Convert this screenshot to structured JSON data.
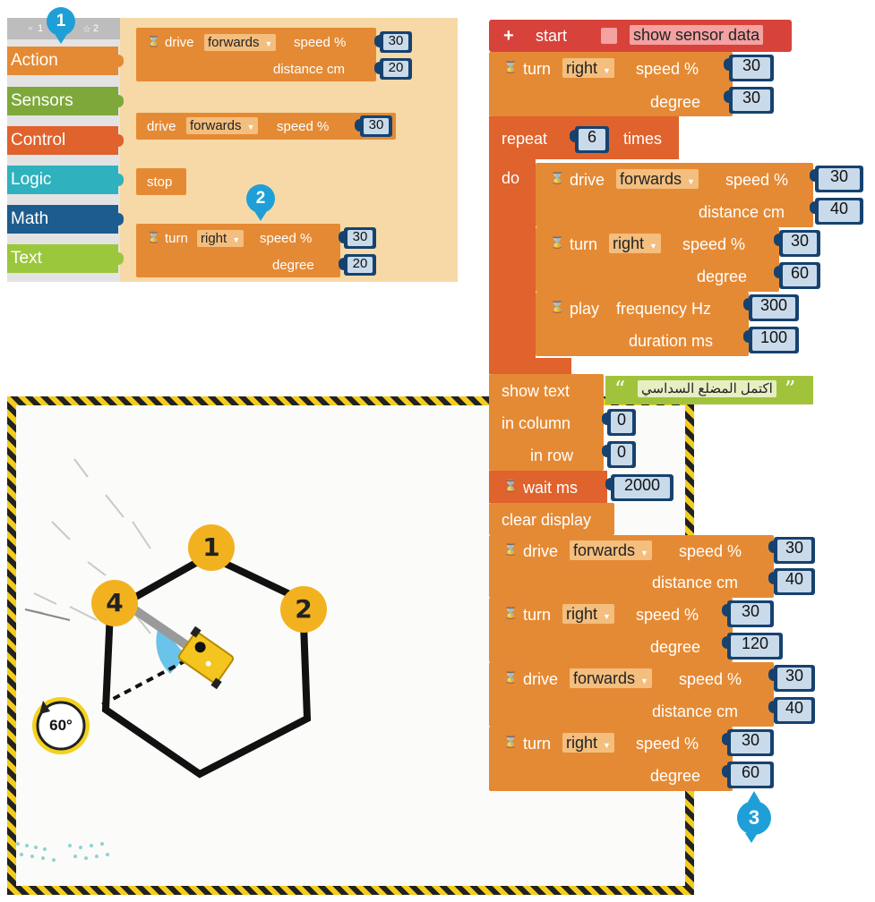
{
  "palette": {
    "tab_left": "1",
    "tab_right": "2",
    "categories": [
      "Action",
      "Sensors",
      "Control",
      "Logic",
      "Math",
      "Text"
    ],
    "category_colors": [
      "#e58a34",
      "#7ea93a",
      "#e0622c",
      "#2fb2be",
      "#1d5c8e",
      "#9bc73d"
    ],
    "blocks": {
      "drive1": {
        "label": "drive",
        "direction": "forwards",
        "speed_label": "speed %",
        "speed": "30",
        "distance_label": "distance cm",
        "distance": "20"
      },
      "drive2": {
        "label": "drive",
        "direction": "forwards",
        "speed_label": "speed %",
        "speed": "30"
      },
      "stop": {
        "label": "stop"
      },
      "turn": {
        "label": "turn",
        "direction": "right",
        "speed_label": "speed %",
        "speed": "30",
        "degree_label": "degree",
        "degree": "20"
      }
    }
  },
  "program": {
    "start": {
      "plus": "+",
      "label": "start",
      "sensor_label": "show sensor data"
    },
    "turn0": {
      "label": "turn",
      "direction": "right",
      "speed_label": "speed %",
      "speed": "30",
      "degree_label": "degree",
      "degree": "30"
    },
    "repeat": {
      "label": "repeat",
      "count": "6",
      "times_label": "times",
      "do_label": "do"
    },
    "loop_drive": {
      "label": "drive",
      "direction": "forwards",
      "speed_label": "speed %",
      "speed": "30",
      "distance_label": "distance cm",
      "distance": "40"
    },
    "loop_turn": {
      "label": "turn",
      "direction": "right",
      "speed_label": "speed %",
      "speed": "30",
      "degree_label": "degree",
      "degree": "60"
    },
    "loop_play": {
      "label": "play",
      "freq_label": "frequency Hz",
      "freq": "300",
      "duration_label": "duration ms",
      "duration": "100"
    },
    "show_text": {
      "label": "show text",
      "quote_open": "“",
      "quote_close": "”",
      "text": "اكتمل المضلع السداسي",
      "column_label": "in column",
      "column": "0",
      "row_label": "in row",
      "row": "0"
    },
    "wait": {
      "label": "wait ms",
      "value": "2000"
    },
    "clear": {
      "label": "clear display"
    },
    "drive_a": {
      "label": "drive",
      "direction": "forwards",
      "speed_label": "speed %",
      "speed": "30",
      "distance_label": "distance cm",
      "distance": "40"
    },
    "turn_a": {
      "label": "turn",
      "direction": "right",
      "speed_label": "speed %",
      "speed": "30",
      "degree_label": "degree",
      "degree": "120"
    },
    "drive_b": {
      "label": "drive",
      "direction": "forwards",
      "speed_label": "speed %",
      "speed": "30",
      "distance_label": "distance cm",
      "distance": "40"
    },
    "turn_b": {
      "label": "turn",
      "direction": "right",
      "speed_label": "speed %",
      "speed": "30",
      "degree_label": "degree",
      "degree": "60"
    }
  },
  "markers": {
    "blue": [
      "1",
      "2",
      "3"
    ],
    "yellow": [
      "1",
      "2",
      "4"
    ]
  },
  "arena": {
    "angle_label": "60°"
  },
  "icons": {
    "hourglass": "⌛",
    "caret": "▼"
  }
}
